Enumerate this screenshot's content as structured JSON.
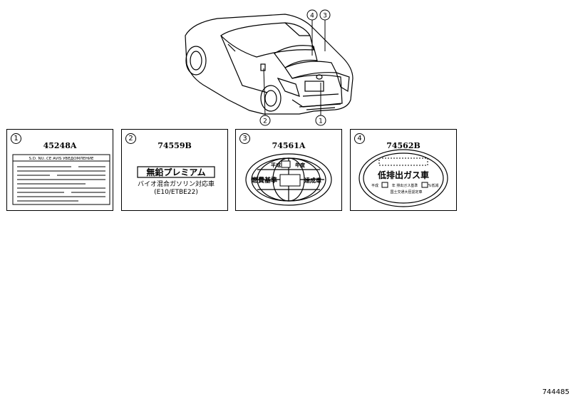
{
  "figure_code": "744485",
  "callouts": [
    "1",
    "2",
    "3",
    "4"
  ],
  "panels": [
    {
      "number": "1",
      "part_no": "45248A",
      "label_heading": "S.D. NU..CE AVIS УВЕДОМЛЕНИЕ"
    },
    {
      "number": "2",
      "part_no": "74559B",
      "line1": "無鉛プレミアム",
      "line2": "バイオ混合ガソリン対応車",
      "line3": "(E10/ETBE22)"
    },
    {
      "number": "3",
      "part_no": "74561A",
      "top": "平成",
      "top_suffix": "年度",
      "left": "燃費基準",
      "right": "達成車"
    },
    {
      "number": "4",
      "part_no": "74562B",
      "main": "低排出ガス車",
      "sub_a": "平成",
      "sub_b": "年 排出ガス基準",
      "sub_c": "%低減",
      "agency": "国土交通大臣認定車"
    }
  ]
}
